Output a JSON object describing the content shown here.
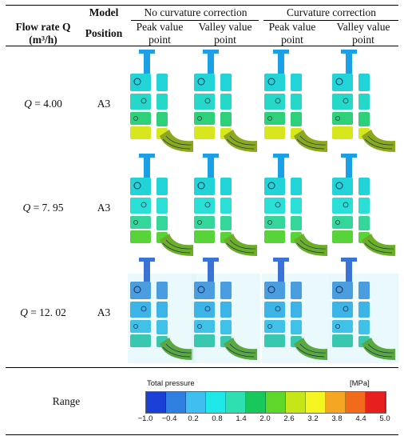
{
  "table": {
    "header": {
      "model_label": "Model",
      "flow_label_line1": "Flow rate Q",
      "flow_label_line2": "(m³/h)",
      "position_label": "Position",
      "group_left": "No curvature correction",
      "group_right": "Curvature correction",
      "col1": "Peak value point",
      "col2": "Valley value point",
      "col3": "Peak value point",
      "col4": "Valley value point"
    },
    "rows": [
      {
        "q_symbol": "Q",
        "q_value": " = 4.00",
        "position": "A3",
        "scheme": "warm"
      },
      {
        "q_symbol": "Q",
        "q_value": " = 7. 95",
        "position": "A3",
        "scheme": "mid"
      },
      {
        "q_symbol": "Q",
        "q_value": " = 12. 02",
        "position": "A3",
        "scheme": "cool"
      }
    ],
    "range_label": "Range"
  },
  "legend": {
    "title": "Total pressure",
    "unit": "[MPa]",
    "ticks": [
      "−1.0",
      "−0.4",
      "0.2",
      "0.8",
      "1.4",
      "2.0",
      "2.6",
      "3.2",
      "3.8",
      "4.4",
      "5.0"
    ],
    "colors": [
      "#1a3fd6",
      "#2f7fe0",
      "#3fbff0",
      "#1fe8e8",
      "#2ee0b0",
      "#19c85a",
      "#5ed62a",
      "#c6e61a",
      "#f5f522",
      "#f5a623",
      "#f26a1b",
      "#e81f1f"
    ]
  }
}
